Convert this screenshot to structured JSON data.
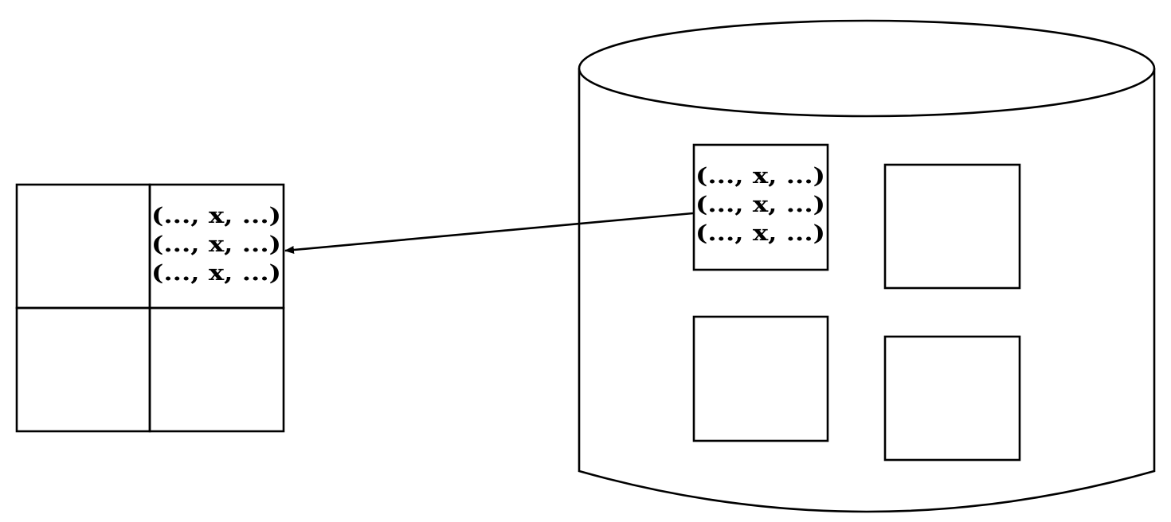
{
  "diagram": {
    "buffer": {
      "tuples": [
        "(..., x, ...)",
        "(..., x, ...)",
        "(..., x, ...)"
      ]
    },
    "disk": {
      "tuples": [
        "(..., x, ...)",
        "(..., x, ...)",
        "(..., x, ...)"
      ]
    }
  }
}
